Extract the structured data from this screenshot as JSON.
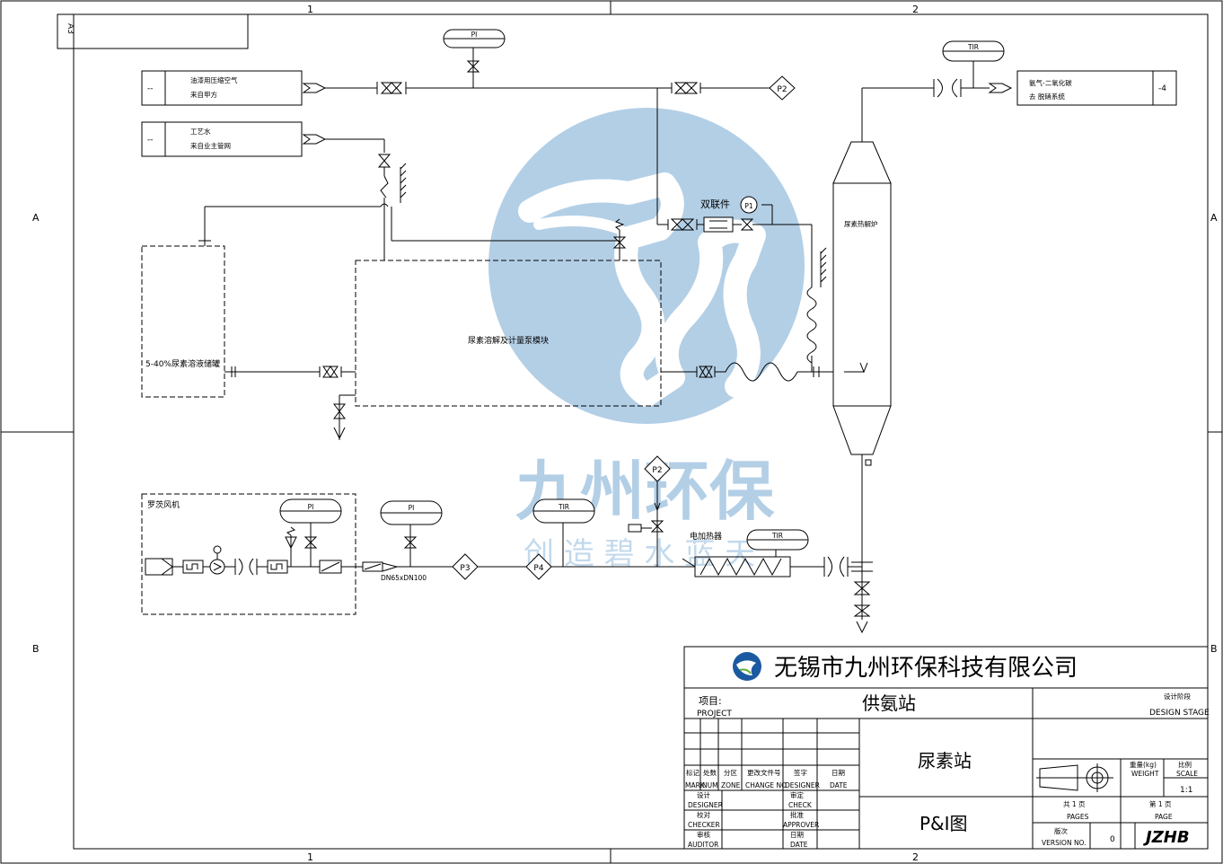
{
  "frame": {
    "sheet_size": "A3",
    "columns": [
      "1",
      "2"
    ],
    "rows": [
      "A",
      "B"
    ]
  },
  "sources": [
    {
      "code": "--",
      "line1": "油漆用压缩空气",
      "line2": "来自甲方"
    },
    {
      "code": "--",
      "line1": "工艺水",
      "line2": "来自业主管网"
    }
  ],
  "outlet": {
    "code": "-4",
    "line1": "氨气-二氧化碳",
    "line2": "去 脱硝系统"
  },
  "instruments": {
    "pi": "PI",
    "p2": "P2",
    "p3": "P3",
    "p4": "P4",
    "tir": "TIR",
    "p1": "P1"
  },
  "equipment": {
    "tank": "5-40%尿素溶液储罐",
    "module": "尿素溶解及计量泵模块",
    "hydrolyzer": "尿素热解炉",
    "blower": "罗茨风机",
    "heater": "电加热器",
    "double": "双联件",
    "reducer": "DN65xDN100"
  },
  "watermark": {
    "title": "九州环保",
    "slogan": "创 造 碧 水 蓝 天"
  },
  "title_block": {
    "company": "无锡市九州环保科技有限公司",
    "project_cn": "项目:",
    "project_en": "PROJECT",
    "project_name": "供氨站",
    "stage_cn": "设计阶段",
    "stage_en": "DESIGN STAGE",
    "drawing_name": "尿素站",
    "drawing_type": "P&I图",
    "weight_cn": "重量(kg)",
    "weight_en": "WEIGHT",
    "scale_cn": "比例",
    "scale_en": "SCALE",
    "scale": "1:1",
    "pages_cn": "共  1  页",
    "pages_en": "PAGES",
    "page_cn": "第  1  页",
    "page_en": "PAGE",
    "version_cn": "版次",
    "version_en": "VERSION NO.",
    "version": "0",
    "code": "JZHB",
    "marks": [
      {
        "cn": "标记",
        "en": "MARK"
      },
      {
        "cn": "处数",
        "en": "NUM"
      },
      {
        "cn": "分区",
        "en": "ZONE"
      },
      {
        "cn": "更改文件号",
        "en": "CHANGE NO"
      },
      {
        "cn": "签字",
        "en": "DESIGNER"
      },
      {
        "cn": "日期",
        "en": "DATE"
      }
    ],
    "roles_left": [
      {
        "cn": "设计",
        "en": "DESIGNER"
      },
      {
        "cn": "校对",
        "en": "CHECKER"
      },
      {
        "cn": "审核",
        "en": "AUDITOR"
      }
    ],
    "roles_right": [
      {
        "cn": "审定",
        "en": "CHECK"
      },
      {
        "cn": "批准",
        "en": "APPROVER"
      },
      {
        "cn": "日期",
        "en": "DATE"
      }
    ]
  }
}
